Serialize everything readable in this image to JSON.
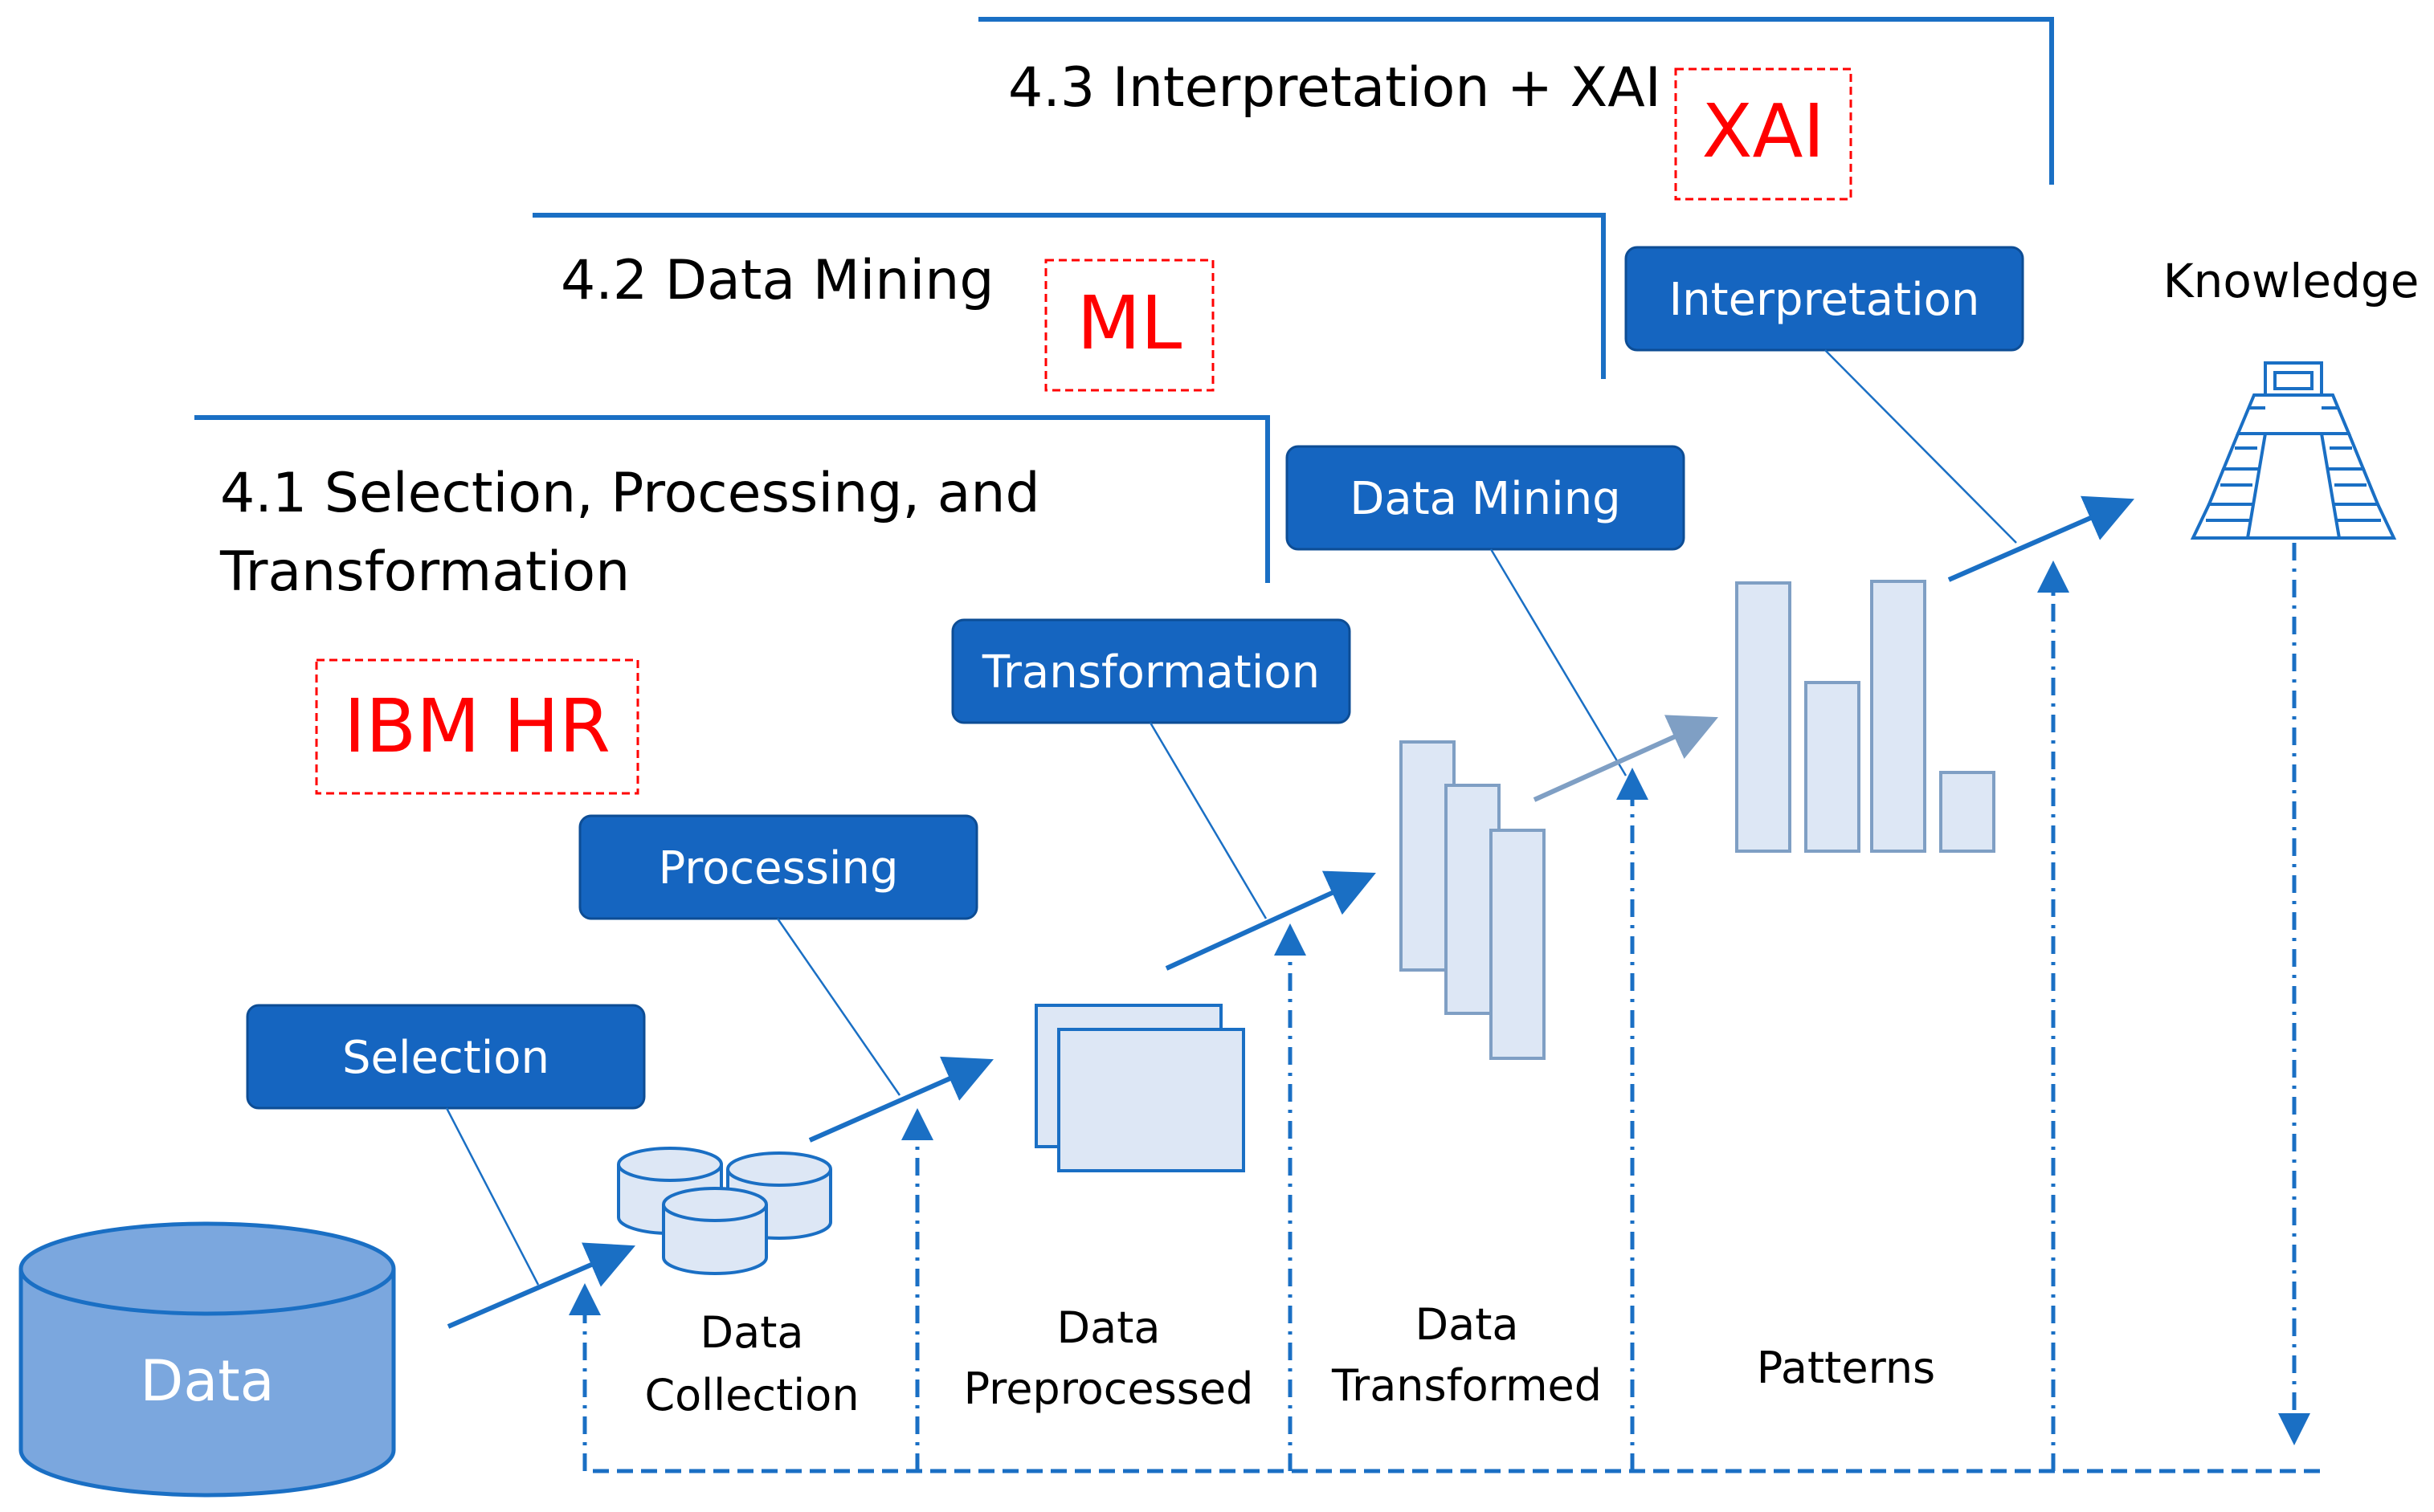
{
  "sections": {
    "s43": "4.3 Interpretation + XAI",
    "s42": "4.2 Data Mining",
    "s41_line1": "4.1 Selection, Processing, and",
    "s41_line2": "Transformation"
  },
  "tags": {
    "xai": "XAI",
    "ml": "ML",
    "ibmhr": "IBM HR"
  },
  "steps": {
    "selection": "Selection",
    "processing": "Processing",
    "transformation": "Transformation",
    "data_mining": "Data Mining",
    "interpretation": "Interpretation"
  },
  "stages": {
    "data": "Data",
    "collection_line1": "Data",
    "collection_line2": "Collection",
    "preprocessed_line1": "Data",
    "preprocessed_line2": "Preprocessed",
    "transformed_line1": "Data",
    "transformed_line2": "Transformed",
    "patterns": "Patterns",
    "knowledge": "Knowledge"
  },
  "colors": {
    "primary_blue": "#1a6fc4",
    "step_box": "#1565c0",
    "light_fill": "#dde7f5",
    "cylinder_fill": "#7ba7de",
    "tag_red": "#ff0000"
  },
  "icons": {
    "knowledge": "pyramid-icon",
    "collection": "database-stack-icon",
    "preprocessed": "document-stack-icon",
    "transformed": "columns-stack-icon",
    "patterns": "bar-pattern-icon"
  }
}
